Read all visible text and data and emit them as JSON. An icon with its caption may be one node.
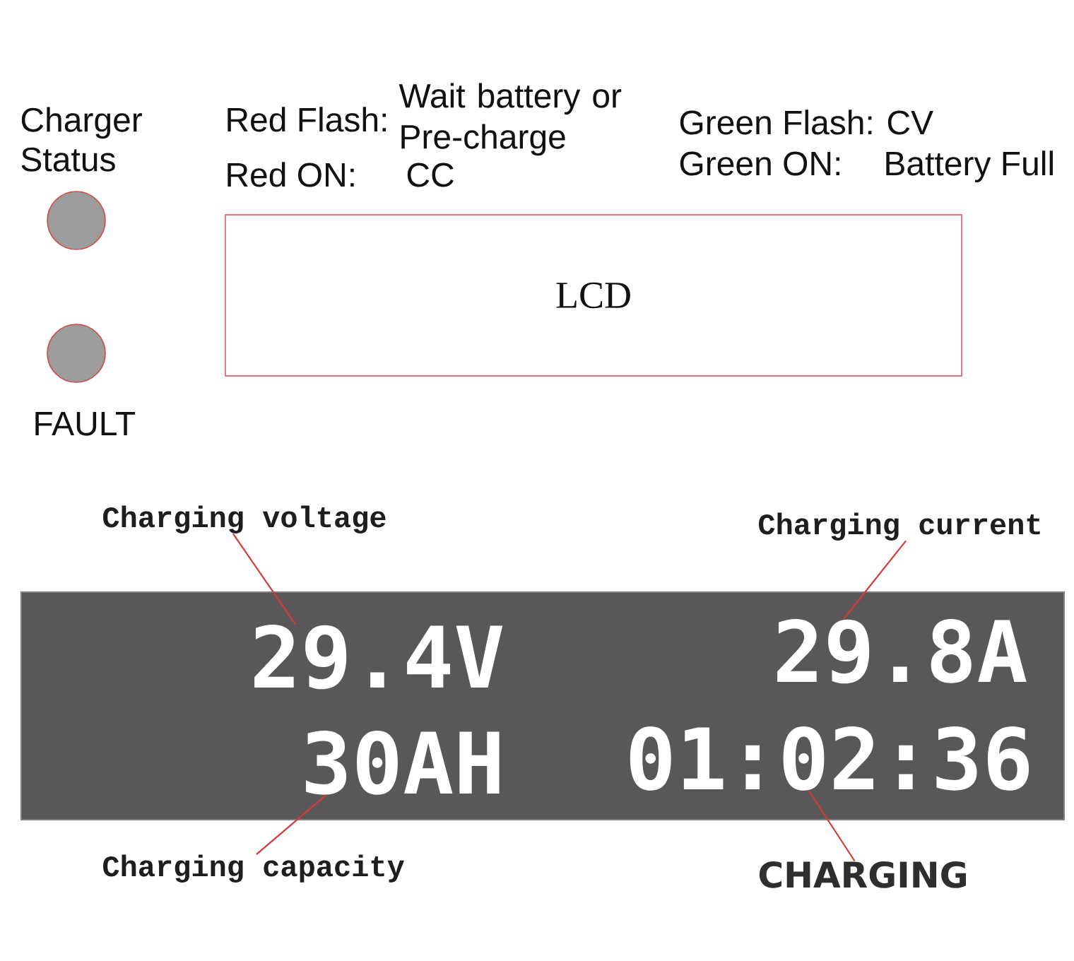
{
  "diagram": {
    "nodes": [
      {
        "text": [],
        "shape": "circle",
        "beside": [
          "Charger Status"
        ]
      },
      {
        "text": [],
        "shape": "circle",
        "beside": [
          "FAULT"
        ]
      },
      {
        "text": [
          "LCD"
        ]
      },
      {
        "text": [
          "Charging voltage"
        ]
      },
      {
        "text": [
          "Charging current"
        ]
      },
      {
        "text": [],
        "shape": "box"
      },
      {
        "text": [
          "29.4V"
        ],
        "in": 5
      },
      {
        "text": [
          "29.8A"
        ],
        "in": 5
      },
      {
        "text": [
          "30AH"
        ],
        "in": 5
      },
      {
        "text": [
          "01:02:36"
        ],
        "in": 5
      },
      {
        "text": [
          "Charging capacity"
        ]
      },
      {
        "text": [
          "CHARGING"
        ]
      }
    ],
    "edges": [
      {
        "from": 3,
        "to": 6,
        "arrow": "none"
      },
      {
        "from": 4,
        "to": 7,
        "arrow": "none"
      },
      {
        "from": 10,
        "to": 8,
        "arrow": "none"
      },
      {
        "from": 11,
        "to": 9,
        "arrow": "none"
      }
    ],
    "labels": [
      "Red Flash:",
      "Wait battery or Pre-charge",
      "Red ON:",
      "CC",
      "Green Flash:",
      "CV",
      "Green ON:",
      "Battery Full"
    ]
  }
}
